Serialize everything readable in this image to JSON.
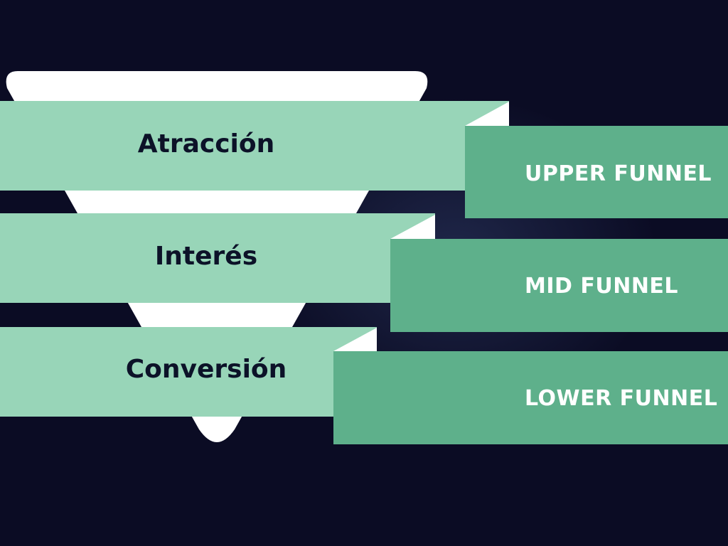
{
  "colors": {
    "background": "#0b0c24",
    "funnel_body": "#ffffff",
    "stage_band": "#98d5b8",
    "funnel_tag": "#5eb08b",
    "fold": "#ffffff",
    "stage_text": "#0c1228",
    "tag_text": "#ffffff"
  },
  "stages": [
    {
      "label": "Atracción",
      "tag": "UPPER FUNNEL"
    },
    {
      "label": "Interés",
      "tag": "MID FUNNEL"
    },
    {
      "label": "Conversión",
      "tag": "LOWER FUNNEL"
    }
  ]
}
